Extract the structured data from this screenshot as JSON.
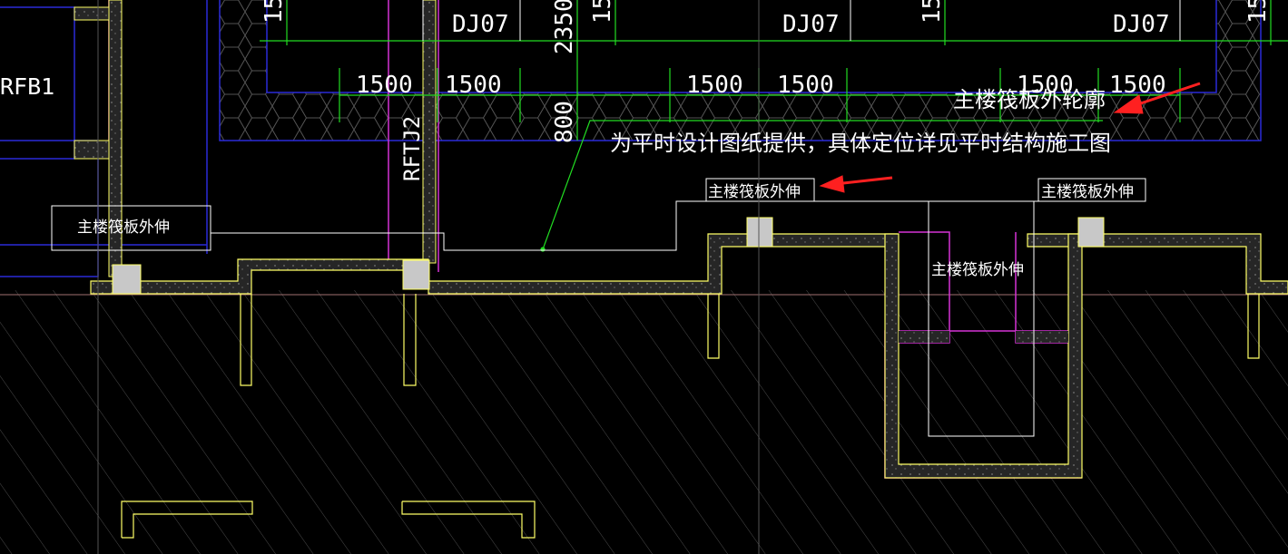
{
  "drawing": {
    "background": "#000000",
    "colors": {
      "hatch": "#3a3a3a",
      "wall": "#ffff66",
      "concrete_fill": "#2a2a2a",
      "magenta": "#d633d6",
      "blue": "#2222cc",
      "green": "#22dd22",
      "white": "#ffffff",
      "arrow": "#ff2020",
      "column_box": "#c8c8c8"
    },
    "labels": {
      "rfb1": "RFB1",
      "rftj2": "RFTJ2",
      "dj07_a": "DJ07",
      "dj07_b": "DJ07",
      "dj07_c": "DJ07",
      "dim_1500_1": "1500",
      "dim_1500_2": "1500",
      "dim_1500_3": "1500",
      "dim_1500_4": "1500",
      "dim_1500_5": "1500",
      "dim_1500_6": "1500",
      "dim_2350": "2350",
      "dim_800": "800",
      "dim_15_a": "15",
      "dim_15_b": "15",
      "dim_15_c": "15",
      "dim_15_d": "15"
    },
    "annotations": {
      "outline_title": "主楼筏板外轮廓",
      "provided_note": "为平时设计图纸提供，具体定位详见平时结构施工图",
      "raft_ext_left": "主楼筏板外伸",
      "raft_ext_mid": "主楼筏板外伸",
      "raft_ext_right": "主楼筏板外伸",
      "raft_ext_pit": "主楼筏板外伸"
    }
  }
}
